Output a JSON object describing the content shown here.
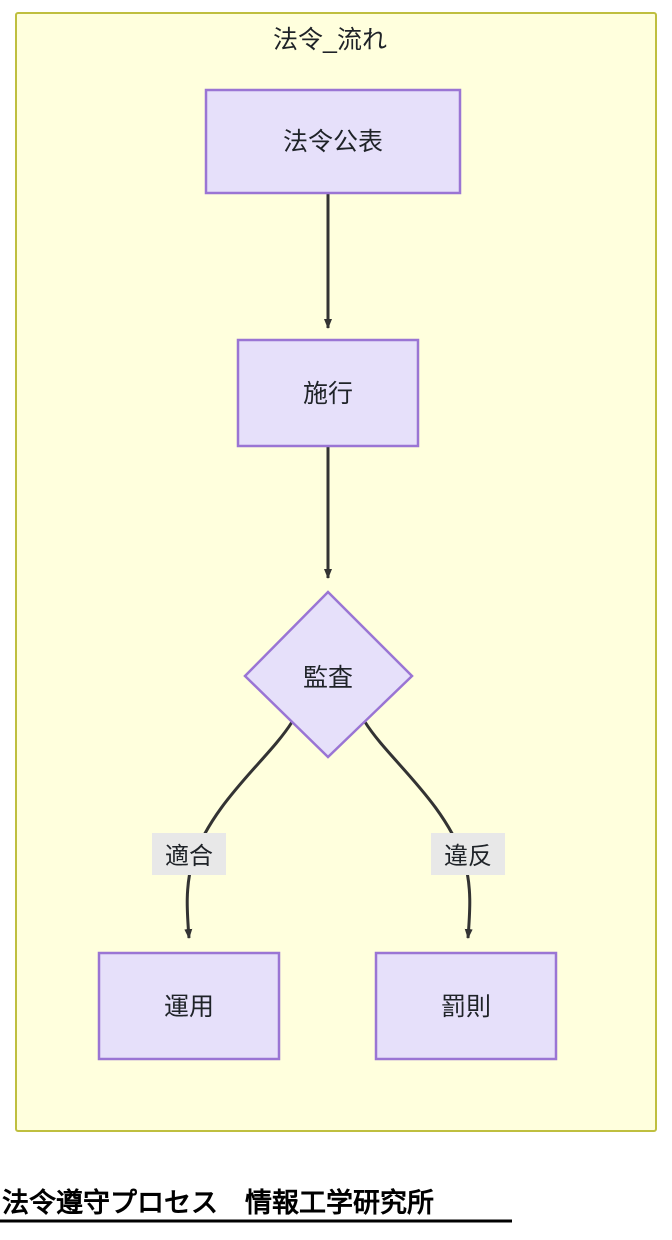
{
  "diagram": {
    "subgraph_title": "法令_流れ",
    "container_fill": "#ffffdd",
    "container_stroke": "#bfbf3f",
    "node_fill": "#e6e0fa",
    "node_stroke": "#9a75d4",
    "edge_color": "#333333",
    "edge_label_bg": "#e8e8e8",
    "nodes": [
      {
        "id": "publish",
        "shape": "rect",
        "label": "法令公表"
      },
      {
        "id": "enforce",
        "shape": "rect",
        "label": "施行"
      },
      {
        "id": "audit",
        "shape": "diamond",
        "label": "監査"
      },
      {
        "id": "operate",
        "shape": "rect",
        "label": "運用"
      },
      {
        "id": "penalty",
        "shape": "rect",
        "label": "罰則"
      }
    ],
    "edges": [
      {
        "from": "publish",
        "to": "enforce",
        "label": ""
      },
      {
        "from": "enforce",
        "to": "audit",
        "label": ""
      },
      {
        "from": "audit",
        "to": "operate",
        "label": "適合"
      },
      {
        "from": "audit",
        "to": "penalty",
        "label": "違反"
      }
    ]
  },
  "caption": {
    "text": "法令遵守プロセス　情報工学研究所"
  }
}
